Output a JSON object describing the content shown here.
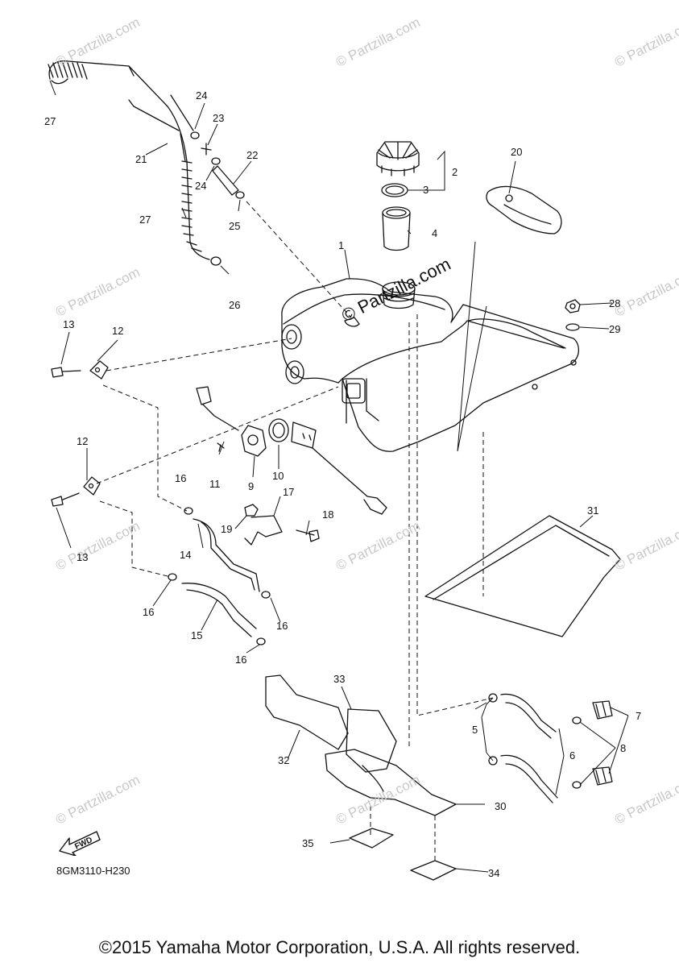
{
  "diagram": {
    "code": "8GM3110-H230",
    "copyright": "©2015 Yamaha Motor Corporation, U.S.A. All rights reserved.",
    "fwd_label": "FWD",
    "watermark": "© Partzilla.com",
    "callouts": [
      {
        "id": "1",
        "text": "1"
      },
      {
        "id": "2",
        "text": "2"
      },
      {
        "id": "3",
        "text": "3"
      },
      {
        "id": "4",
        "text": "4"
      },
      {
        "id": "5",
        "text": "5"
      },
      {
        "id": "6",
        "text": "6"
      },
      {
        "id": "7",
        "text": "7"
      },
      {
        "id": "8",
        "text": "8"
      },
      {
        "id": "9",
        "text": "9"
      },
      {
        "id": "10",
        "text": "10"
      },
      {
        "id": "11",
        "text": "11"
      },
      {
        "id": "12a",
        "text": "12"
      },
      {
        "id": "12b",
        "text": "12"
      },
      {
        "id": "13a",
        "text": "13"
      },
      {
        "id": "13b",
        "text": "13"
      },
      {
        "id": "14",
        "text": "14"
      },
      {
        "id": "15",
        "text": "15"
      },
      {
        "id": "16a",
        "text": "16"
      },
      {
        "id": "16b",
        "text": "16"
      },
      {
        "id": "16c",
        "text": "16"
      },
      {
        "id": "16d",
        "text": "16"
      },
      {
        "id": "17",
        "text": "17"
      },
      {
        "id": "18",
        "text": "18"
      },
      {
        "id": "19",
        "text": "19"
      },
      {
        "id": "20",
        "text": "20"
      },
      {
        "id": "21",
        "text": "21"
      },
      {
        "id": "22",
        "text": "22"
      },
      {
        "id": "23",
        "text": "23"
      },
      {
        "id": "24a",
        "text": "24"
      },
      {
        "id": "24b",
        "text": "24"
      },
      {
        "id": "25",
        "text": "25"
      },
      {
        "id": "26",
        "text": "26"
      },
      {
        "id": "27a",
        "text": "27"
      },
      {
        "id": "27b",
        "text": "27"
      },
      {
        "id": "28",
        "text": "28"
      },
      {
        "id": "29",
        "text": "29"
      },
      {
        "id": "30",
        "text": "30"
      },
      {
        "id": "31",
        "text": "31"
      },
      {
        "id": "32",
        "text": "32"
      },
      {
        "id": "33",
        "text": "33"
      },
      {
        "id": "34",
        "text": "34"
      },
      {
        "id": "35",
        "text": "35"
      }
    ]
  }
}
